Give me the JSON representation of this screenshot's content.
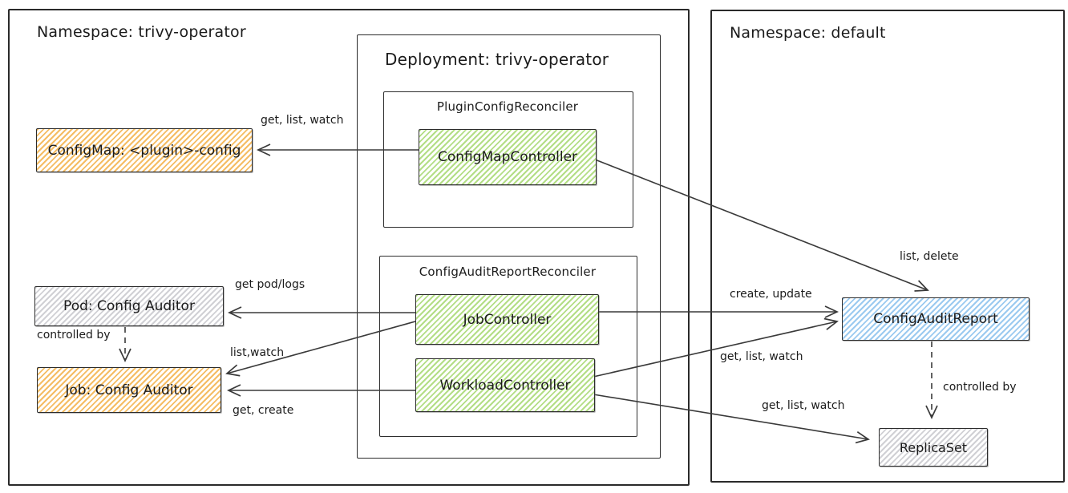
{
  "diagram": {
    "containers": {
      "namespace_left": {
        "label": "Namespace: trivy-operator"
      },
      "deployment": {
        "label": "Deployment: trivy-operator"
      },
      "plugin_config_reconciler": {
        "label": "PluginConfigReconciler"
      },
      "config_audit_report_reconciler": {
        "label": "ConfigAuditReportReconciler"
      },
      "namespace_right": {
        "label": "Namespace: default"
      }
    },
    "nodes": {
      "configmap": {
        "label": "ConfigMap: <plugin>-config",
        "fill": "#f3b148"
      },
      "pod": {
        "label": "Pod: Config Auditor",
        "fill": "#c4c4ca"
      },
      "job": {
        "label": "Job: Config Auditor",
        "fill": "#f3b148"
      },
      "configmap_controller": {
        "label": "ConfigMapController",
        "fill": "#a6d870"
      },
      "job_controller": {
        "label": "JobController",
        "fill": "#a6d870"
      },
      "workload_controller": {
        "label": "WorkloadController",
        "fill": "#a6d870"
      },
      "config_audit_report": {
        "label": "ConfigAuditReport",
        "fill": "#90c4ee"
      },
      "replicaset": {
        "label": "ReplicaSet",
        "fill": "#c4c4ca"
      }
    },
    "edges": [
      {
        "from": "ConfigMapController",
        "to": "ConfigMap: <plugin>-config",
        "label": "get, list, watch",
        "line": "solid"
      },
      {
        "from": "ConfigMapController",
        "to": "ConfigAuditReport",
        "label": "list, delete",
        "line": "solid"
      },
      {
        "from": "JobController",
        "to": "Pod: Config Auditor",
        "label": "get pod/logs",
        "line": "solid"
      },
      {
        "from": "JobController",
        "to": "Job: Config Auditor",
        "label": "list,watch",
        "line": "solid"
      },
      {
        "from": "WorkloadController",
        "to": "Job: Config Auditor",
        "label": "get, create",
        "line": "solid"
      },
      {
        "from": "Pod: Config Auditor",
        "to": "Job: Config Auditor",
        "label": "controlled by",
        "line": "dashed"
      },
      {
        "from": "JobController",
        "to": "ConfigAuditReport",
        "label": "create, update",
        "line": "solid"
      },
      {
        "from": "WorkloadController",
        "to": "ConfigAuditReport",
        "label": "get, list, watch",
        "line": "solid"
      },
      {
        "from": "WorkloadController",
        "to": "ReplicaSet",
        "label": "get, list, watch",
        "line": "solid"
      },
      {
        "from": "ConfigAuditReport",
        "to": "ReplicaSet",
        "label": "controlled by",
        "line": "dashed"
      }
    ],
    "palette": {
      "orange": "#f3b148",
      "green": "#a6d870",
      "blue": "#90c4ee",
      "gray": "#c4c4ca",
      "stroke": "#3a3a3a"
    }
  }
}
